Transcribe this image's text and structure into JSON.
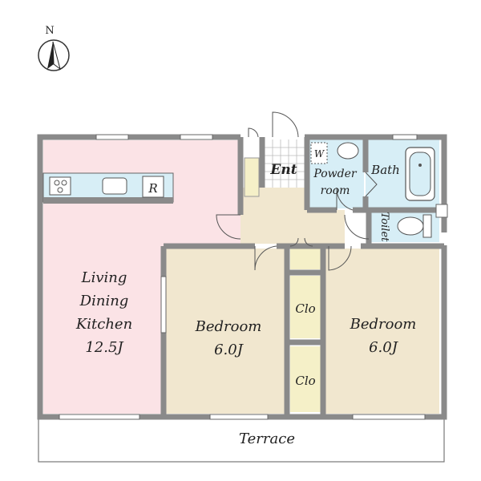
{
  "compass": {
    "north_label": "N"
  },
  "rooms": {
    "ldk": {
      "line1": "Living",
      "line2": "Dining",
      "line3": "Kitchen",
      "size": "12.5J"
    },
    "bedroom_west": {
      "name": "Bedroom",
      "size": "6.0J"
    },
    "bedroom_east": {
      "name": "Bedroom",
      "size": "6.0J"
    },
    "closet_upper": "Clo",
    "closet_lower": "Clo",
    "entrance": "Ent",
    "powder": {
      "line1": "Powder",
      "line2": "room"
    },
    "washer": "W",
    "bath": "Bath",
    "toilet": "Toilet",
    "fridge": "R",
    "terrace": "Terrace"
  },
  "colors": {
    "ldk_fill": "#fbe3e6",
    "bedroom_fill": "#f1e7cf",
    "wet_fill": "#d7eef6",
    "closet_fill": "#f5f0c8",
    "wall": "#8a8a8a",
    "outline": "#555555"
  }
}
